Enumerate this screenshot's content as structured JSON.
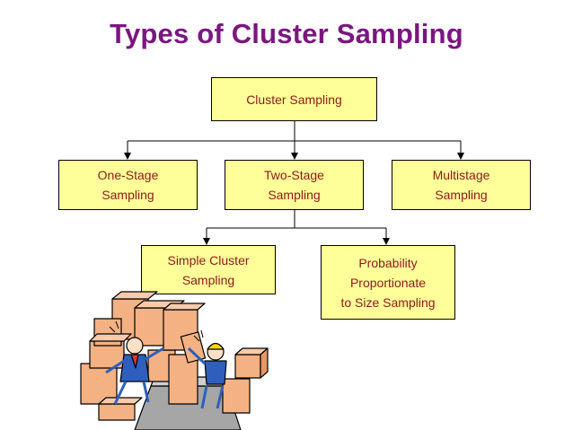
{
  "title": "Types of Cluster Sampling",
  "colors": {
    "title": "#7b1680",
    "box_fill": "#ffff99",
    "box_text": "#8b1a1a",
    "box_border": "#000000",
    "connector": "#000000"
  },
  "nodes": {
    "root": {
      "lines": [
        "Cluster Sampling"
      ]
    },
    "one_stage": {
      "lines": [
        "One-Stage",
        "Sampling"
      ]
    },
    "two_stage": {
      "lines": [
        "Two-Stage",
        "Sampling"
      ]
    },
    "multistage": {
      "lines": [
        "Multistage",
        "Sampling"
      ]
    },
    "simple_cluster": {
      "lines": [
        "Simple Cluster",
        "Sampling"
      ]
    },
    "probability_proportionate": {
      "lines": [
        "Probability",
        "Proportionate",
        "to Size Sampling"
      ]
    }
  },
  "illustration": {
    "icon": "falling-boxes-workers-clipart"
  }
}
